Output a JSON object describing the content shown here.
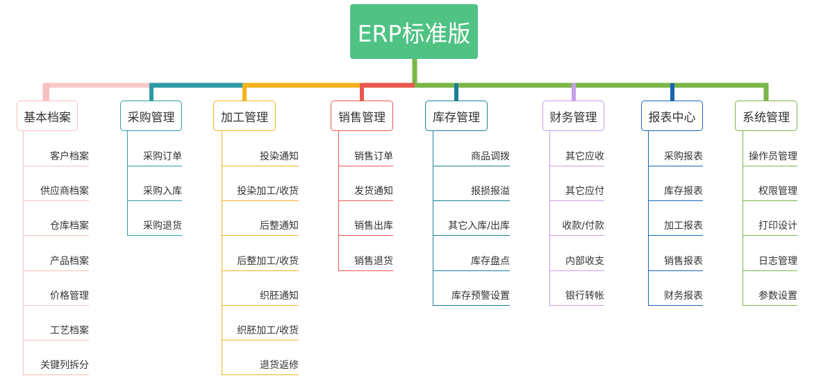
{
  "root": {
    "title": "ERP标准版",
    "color": "#4fc284"
  },
  "connector_colors": [
    "#f9c8c8",
    "#2e9aa3",
    "#f4b21f",
    "#e8584e",
    "#7ab648"
  ],
  "categories": [
    {
      "title": "基本档案",
      "color": "#f9c0c0",
      "items": [
        "客户档案",
        "供应商档案",
        "仓库档案",
        "产品档案",
        "价格管理",
        "工艺档案",
        "关键列拆分"
      ]
    },
    {
      "title": "采购管理",
      "color": "#2e9aa3",
      "items": [
        "采购订单",
        "采购入库",
        "采购退货"
      ]
    },
    {
      "title": "加工管理",
      "color": "#f4b21f",
      "items": [
        "投染通知",
        "投染加工/收货",
        "后整通知",
        "后整加工/收货",
        "织胚通知",
        "织胚加工/收货",
        "退货返修"
      ]
    },
    {
      "title": "销售管理",
      "color": "#e8584e",
      "items": [
        "销售订单",
        "发货通知",
        "销售出库",
        "销售退货"
      ]
    },
    {
      "title": "库存管理",
      "color": "#1a7e99",
      "items": [
        "商品调拨",
        "报损报溢",
        "其它入库/出库",
        "库存盘点",
        "库存预警设置"
      ]
    },
    {
      "title": "财务管理",
      "color": "#c79ee8",
      "items": [
        "其它应收",
        "其它应付",
        "收款/付款",
        "内部收支",
        "银行转帐"
      ]
    },
    {
      "title": "报表中心",
      "color": "#1464b4",
      "items": [
        "采购报表",
        "库存报表",
        "加工报表",
        "销售报表",
        "财务报表"
      ]
    },
    {
      "title": "系统管理",
      "color": "#7ab648",
      "items": [
        "操作员管理",
        "权限管理",
        "打印设计",
        "日志管理",
        "参数设置"
      ]
    }
  ]
}
